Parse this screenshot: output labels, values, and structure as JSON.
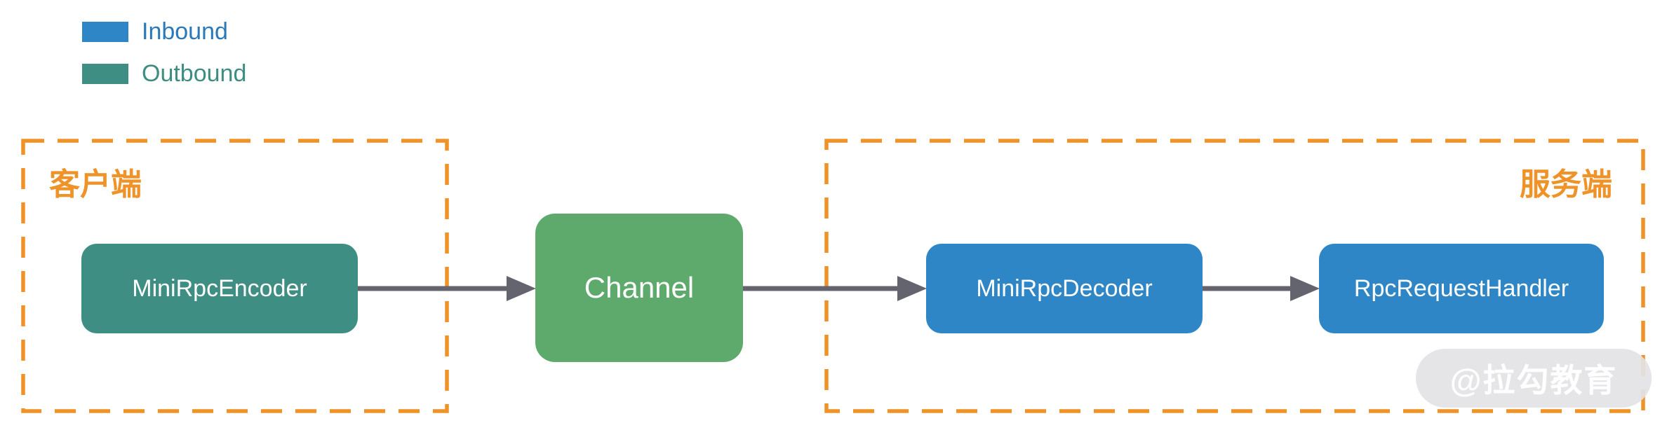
{
  "legend": {
    "items": [
      {
        "key": "inbound",
        "label": "Inbound",
        "swatch_color": "#2E86C6",
        "text_color": "#2B79B8"
      },
      {
        "key": "outbound",
        "label": "Outbound",
        "swatch_color": "#3F8E83",
        "text_color": "#3E8D81"
      }
    ]
  },
  "groups": {
    "client": {
      "label": "客户端"
    },
    "server": {
      "label": "服务端"
    }
  },
  "nodes": {
    "encoder": {
      "label": "MiniRpcEncoder",
      "direction": "outbound",
      "color": "#3F8E83"
    },
    "channel": {
      "label": "Channel",
      "direction": "none",
      "color": "#5EA96C"
    },
    "decoder": {
      "label": "MiniRpcDecoder",
      "direction": "inbound",
      "color": "#2E86C6"
    },
    "handler": {
      "label": "RpcRequestHandler",
      "direction": "inbound",
      "color": "#2E86C6"
    }
  },
  "edges": [
    {
      "from": "MiniRpcEncoder",
      "to": "Channel"
    },
    {
      "from": "Channel",
      "to": "MiniRpcDecoder"
    },
    {
      "from": "MiniRpcDecoder",
      "to": "RpcRequestHandler"
    }
  ],
  "colors": {
    "group_border": "#EF9227",
    "group_label": "#EF9227",
    "arrow": "#64646E",
    "node_text": "#FFFFFF",
    "watermark_bg": "rgba(227,227,229,0.92)",
    "watermark_text": "rgba(255,255,255,0.95)"
  },
  "watermark": {
    "text": "@拉勾教育"
  }
}
